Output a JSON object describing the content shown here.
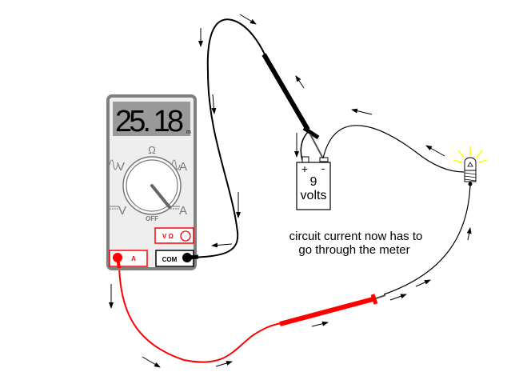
{
  "meter": {
    "reading": "25. 18",
    "unit": "m",
    "dial_top": "Ω",
    "ac_v": "V",
    "ac_a": "A",
    "dc_v": "V",
    "dc_a": "A",
    "off": "OFF",
    "jack_vohm": "V Ω",
    "jack_a": "A",
    "jack_com": "COM"
  },
  "battery": {
    "plus": "+",
    "minus": "-",
    "value": "9",
    "unit": "volts"
  },
  "caption": {
    "line1": "circuit current now has to",
    "line2": "go through the meter"
  },
  "colors": {
    "red_lead": "#ff0000",
    "black_lead": "#000000",
    "meter_body": "#808080",
    "display": "#999999",
    "bulb_glow": "#ffff00"
  }
}
